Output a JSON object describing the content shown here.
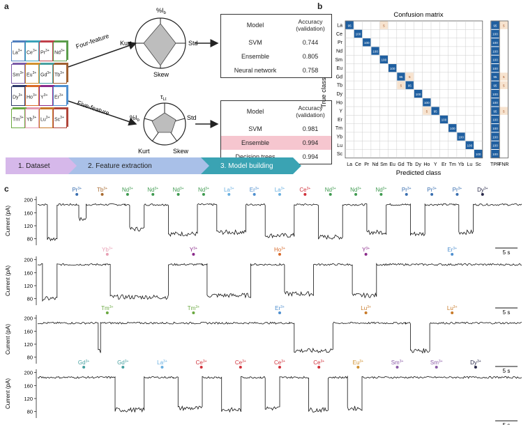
{
  "panels": {
    "a": "a",
    "b": "b",
    "c": "c"
  },
  "panel_a": {
    "dataset_ions": [
      {
        "top": [
          "La",
          "Ce",
          "Pr",
          "Nd"
        ],
        "colors": [
          "#4f7fbf",
          "#3aa0b8",
          "#c0404a",
          "#5a9c4a"
        ]
      },
      {
        "top": [
          "Sm",
          "Eu",
          "Gd",
          "Tb"
        ],
        "colors": [
          "#7a5aa6",
          "#d0902e",
          "#46a0a0",
          "#a06030"
        ]
      },
      {
        "top": [
          "Dy",
          "Ho",
          "Y",
          "Er"
        ],
        "colors": [
          "#303a6a",
          "#d86a2a",
          "#8a2a8a",
          "#4f8fcf"
        ]
      },
      {
        "top": [
          "Tm",
          "Yb",
          "Lu",
          "Sc"
        ],
        "colors": [
          "#6aa840",
          "#e39ab0",
          "#c87a28",
          "#b0453a"
        ]
      }
    ],
    "charge": "3+",
    "arrow1_label": "Four-feature",
    "arrow2_label": "Five-feature",
    "radar1_axes": {
      "top": "%I",
      "top_sub": "b",
      "left": "Kurt",
      "right": "Std",
      "bottom": "Skew"
    },
    "radar2_axes": {
      "top": "τ",
      "top_sub": "Lt",
      "left": "%I",
      "left_sub": "b",
      "right": "Std",
      "bottom_left": "Kurt",
      "bottom_right": "Skew"
    },
    "table1": {
      "header_model": "Model",
      "header_acc": "Accuracy",
      "header_acc2": "(validation)",
      "rows": [
        {
          "model": "SVM",
          "acc": "0.744"
        },
        {
          "model": "Ensemble",
          "acc": "0.805"
        },
        {
          "model": "Neural network",
          "acc": "0.758"
        }
      ]
    },
    "table2": {
      "header_model": "Model",
      "header_acc": "Accuracy",
      "header_acc2": "(validation)",
      "rows": [
        {
          "model": "SVM",
          "acc": "0.981"
        },
        {
          "model": "Ensemble",
          "acc": "0.994"
        },
        {
          "model": "Decision trees",
          "acc": "0.994"
        }
      ]
    },
    "steps": [
      "1. Dataset",
      "2. Feature extraction",
      "3. Model building"
    ]
  },
  "chart_data": [
    {
      "type": "heatmap",
      "title": "Confusion matrix",
      "xlabel": "Predicted class",
      "ylabel": "True class",
      "classes": [
        "La",
        "Ce",
        "Pr",
        "Nd",
        "Sm",
        "Eu",
        "Gd",
        "Tb",
        "Dy",
        "Ho",
        "Y",
        "Er",
        "Tm",
        "Yb",
        "Lu",
        "Sc"
      ],
      "diagonal": [
        95.0,
        100,
        100,
        100,
        100,
        100,
        95.0,
        95.0,
        100,
        100,
        95.0,
        100,
        100,
        100,
        100,
        100
      ],
      "off_diagonal": [
        {
          "true": "La",
          "pred": "Sm",
          "value": 5.0
        },
        {
          "true": "Gd",
          "pred": "Tb",
          "value": 5.0
        },
        {
          "true": "Tb",
          "pred": "Gd",
          "value": 5.0
        },
        {
          "true": "Y",
          "pred": "Ho",
          "value": 5.0
        }
      ],
      "tpr": [
        95.0,
        100,
        100,
        100,
        100,
        100,
        95.0,
        95.0,
        100,
        100,
        95.0,
        100,
        100,
        100,
        100,
        100
      ],
      "fnr": [
        5.0,
        "",
        "",
        "",
        "",
        "",
        5.0,
        5.0,
        "",
        "",
        5.0,
        "",
        "",
        "",
        "",
        ""
      ],
      "rate_labels": [
        "TPR",
        "FNR"
      ]
    },
    {
      "type": "line",
      "ylabel": "Current (pA)",
      "yticks": [
        80,
        120,
        160,
        200
      ],
      "ylim": [
        60,
        210
      ],
      "scale_bar": "5 s",
      "traces": [
        {
          "events": [
            {
              "ion": "Pr",
              "color": "#3a6fb0"
            },
            {
              "ion": "Tb",
              "color": "#a86a30"
            },
            {
              "ion": "Nd",
              "color": "#3f9a50"
            },
            {
              "ion": "Nd",
              "color": "#3f9a50"
            },
            {
              "ion": "Nd",
              "color": "#3f9a50"
            },
            {
              "ion": "Nd",
              "color": "#3f9a50"
            },
            {
              "ion": "La",
              "color": "#6ab0e0"
            },
            {
              "ion": "Er",
              "color": "#4f8fcf"
            },
            {
              "ion": "La",
              "color": "#6ab0e0"
            },
            {
              "ion": "Ce",
              "color": "#d0303a"
            },
            {
              "ion": "Nd",
              "color": "#3f9a50"
            },
            {
              "ion": "Nd",
              "color": "#3f9a50"
            },
            {
              "ion": "Nd",
              "color": "#3f9a50"
            },
            {
              "ion": "Pr",
              "color": "#3a6fb0"
            },
            {
              "ion": "Pr",
              "color": "#3a6fb0"
            },
            {
              "ion": "Pr",
              "color": "#3a6fb0"
            },
            {
              "ion": "Dy",
              "color": "#2a2a4a"
            }
          ],
          "segments": [
            [
              0,
              185
            ],
            [
              0.02,
              80
            ],
            [
              0.04,
              185
            ],
            [
              0.08,
              185
            ],
            [
              0.085,
              140
            ],
            [
              0.1,
              185
            ],
            [
              0.18,
              185
            ],
            [
              0.19,
              110
            ],
            [
              0.22,
              185
            ],
            [
              0.26,
              185
            ],
            [
              0.27,
              95
            ],
            [
              0.33,
              185
            ],
            [
              0.36,
              185
            ],
            [
              0.37,
              100
            ],
            [
              0.43,
              185
            ],
            [
              0.46,
              185
            ],
            [
              0.47,
              90
            ],
            [
              0.53,
              185
            ],
            [
              0.57,
              185
            ],
            [
              0.58,
              85
            ],
            [
              0.63,
              185
            ],
            [
              0.67,
              185
            ],
            [
              0.68,
              100
            ],
            [
              0.72,
              185
            ],
            [
              0.76,
              185
            ],
            [
              0.77,
              95
            ],
            [
              0.8,
              185
            ],
            [
              0.86,
              185
            ],
            [
              0.87,
              100
            ],
            [
              0.9,
              185
            ],
            [
              1,
              185
            ]
          ]
        },
        {
          "events": [
            {
              "ion": "Yb",
              "color": "#e8a0b4"
            },
            {
              "ion": "Y",
              "color": "#8a2a8a"
            },
            {
              "ion": "Ho",
              "color": "#d86a2a"
            },
            {
              "ion": "Y",
              "color": "#8a2a8a"
            },
            {
              "ion": "Er",
              "color": "#4f8fcf"
            }
          ],
          "segments": [
            [
              0,
              185
            ],
            [
              0.01,
              80
            ],
            [
              0.04,
              185
            ],
            [
              0.14,
              185
            ],
            [
              0.15,
              85
            ],
            [
              0.27,
              185
            ],
            [
              0.34,
              185
            ],
            [
              0.35,
              90
            ],
            [
              0.44,
              185
            ],
            [
              0.5,
              185
            ],
            [
              0.51,
              95
            ],
            [
              0.57,
              185
            ],
            [
              0.64,
              185
            ],
            [
              0.65,
              90
            ],
            [
              0.7,
              185
            ],
            [
              1,
              185
            ]
          ]
        },
        {
          "events": [
            {
              "ion": "Tm",
              "color": "#6aa840"
            },
            {
              "ion": "Tm",
              "color": "#6aa840"
            },
            {
              "ion": "Er",
              "color": "#4f8fcf"
            },
            {
              "ion": "Lu",
              "color": "#c87a28"
            },
            {
              "ion": "Lu",
              "color": "#c87a28"
            }
          ],
          "segments": [
            [
              0,
              185
            ],
            [
              0.12,
              185
            ],
            [
              0.125,
              100
            ],
            [
              0.13,
              185
            ],
            [
              0.52,
              185
            ],
            [
              0.53,
              100
            ],
            [
              0.61,
              185
            ],
            [
              0.76,
              185
            ],
            [
              0.77,
              100
            ],
            [
              0.81,
              185
            ],
            [
              1,
              185
            ]
          ]
        },
        {
          "events": [
            {
              "ion": "Gd",
              "color": "#46a0a0"
            },
            {
              "ion": "Gd",
              "color": "#46a0a0"
            },
            {
              "ion": "La",
              "color": "#6ab0e0"
            },
            {
              "ion": "Ce",
              "color": "#d0303a"
            },
            {
              "ion": "Ce",
              "color": "#d0303a"
            },
            {
              "ion": "Ce",
              "color": "#d0303a"
            },
            {
              "ion": "Ce",
              "color": "#d0303a"
            },
            {
              "ion": "Eu",
              "color": "#d0902e"
            },
            {
              "ion": "Sm",
              "color": "#8a5aa6"
            },
            {
              "ion": "Sm",
              "color": "#8a5aa6"
            },
            {
              "ion": "Dy",
              "color": "#2a2a4a"
            }
          ],
          "segments": [
            [
              0,
              185
            ],
            [
              0.15,
              185
            ],
            [
              0.16,
              85
            ],
            [
              0.22,
              185
            ],
            [
              0.28,
              185
            ],
            [
              0.29,
              90
            ],
            [
              0.34,
              185
            ],
            [
              0.37,
              185
            ],
            [
              0.38,
              85
            ],
            [
              0.42,
              185
            ],
            [
              0.46,
              185
            ],
            [
              0.47,
              90
            ],
            [
              0.5,
              185
            ],
            [
              0.55,
              185
            ],
            [
              0.56,
              85
            ],
            [
              0.6,
              185
            ],
            [
              0.63,
              185
            ],
            [
              0.64,
              90
            ],
            [
              0.67,
              185
            ],
            [
              1,
              185
            ]
          ]
        }
      ]
    }
  ]
}
